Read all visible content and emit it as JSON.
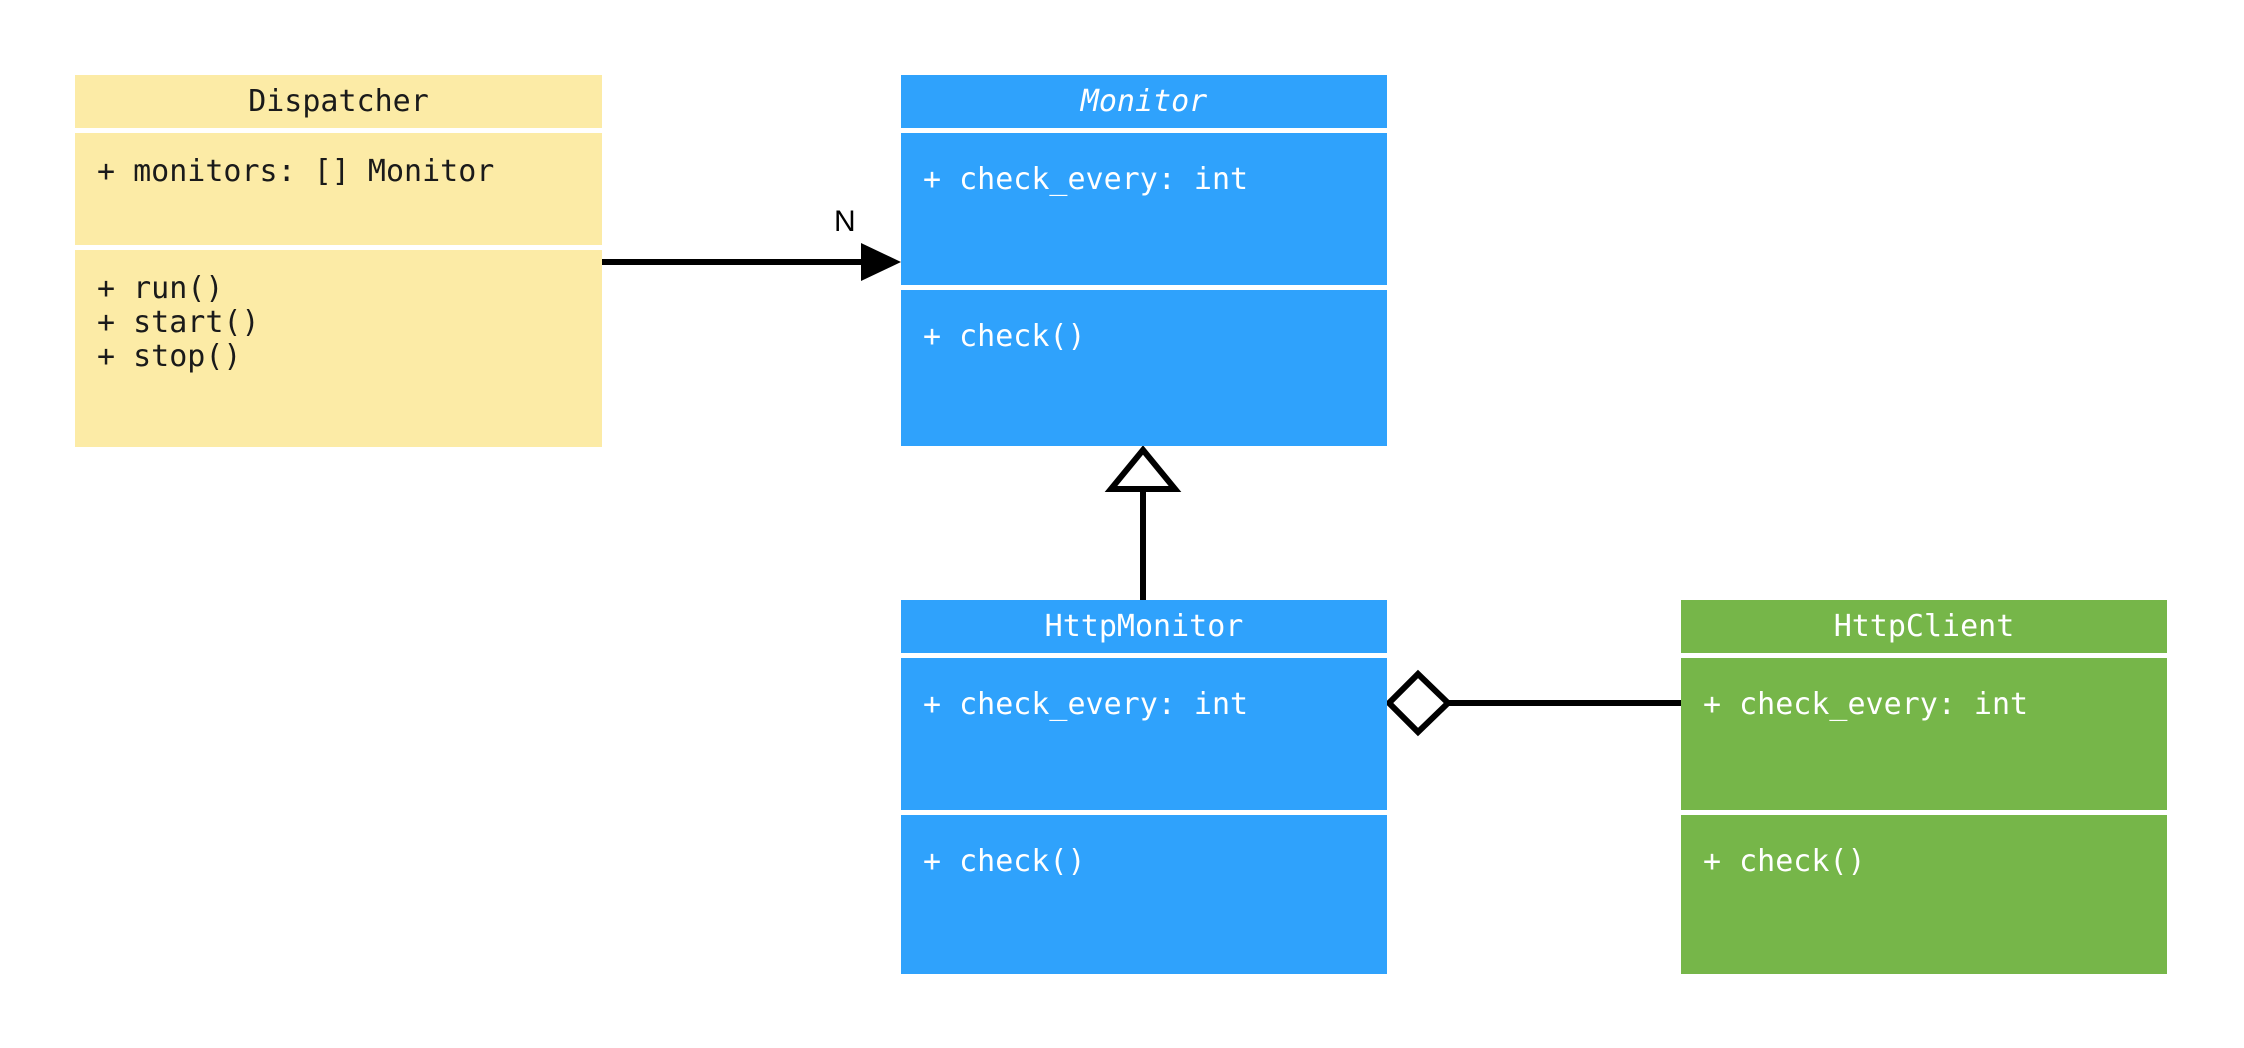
{
  "diagram": {
    "type": "uml-class-diagram",
    "background": "#ffffff",
    "palette": {
      "yellow": "#fceba6",
      "blue": "#2fa2fc",
      "green": "#76b649",
      "line": "#000000",
      "separator": "#ffffff",
      "dark_text": "#1a1a1a",
      "light_text": "#ffffff"
    }
  },
  "classes": {
    "dispatcher": {
      "name": "Dispatcher",
      "abstract": false,
      "color": "#fceba6",
      "attributes": [
        "+ monitors: [] Monitor"
      ],
      "methods": [
        "+ run()",
        "+ start()",
        "+ stop()"
      ]
    },
    "monitor": {
      "name": "Monitor",
      "abstract": true,
      "color": "#2fa2fc",
      "attributes": [
        "+ check_every: int"
      ],
      "methods": [
        "+ check()"
      ]
    },
    "http_monitor": {
      "name": "HttpMonitor",
      "abstract": false,
      "color": "#2fa2fc",
      "attributes": [
        "+ check_every: int"
      ],
      "methods": [
        "+ check()"
      ]
    },
    "http_client": {
      "name": "HttpClient",
      "abstract": false,
      "color": "#76b649",
      "attributes": [
        "+ check_every: int"
      ],
      "methods": [
        "+ check()"
      ]
    }
  },
  "relationships": {
    "dispatcher_to_monitor": {
      "kind": "association",
      "from": "Dispatcher",
      "to": "Monitor",
      "multiplicity_label": "N",
      "arrowhead": "filled-triangle"
    },
    "http_monitor_to_monitor": {
      "kind": "generalization",
      "from": "HttpMonitor",
      "to": "Monitor",
      "multiplicity_label": "",
      "arrowhead": "hollow-triangle"
    },
    "http_monitor_to_http_client": {
      "kind": "aggregation",
      "from": "HttpMonitor",
      "to": "HttpClient",
      "multiplicity_label": "",
      "arrowhead": "hollow-diamond"
    }
  }
}
